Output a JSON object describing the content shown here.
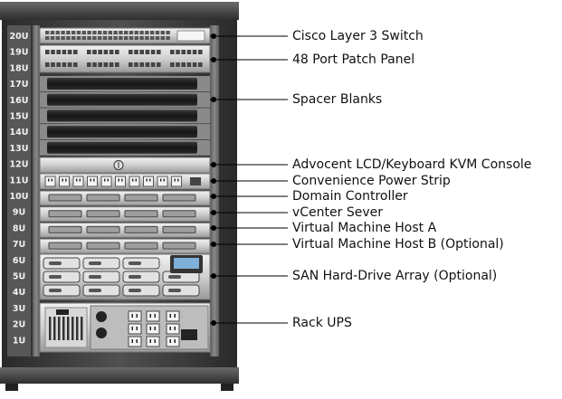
{
  "rack": {
    "units": [
      "20U",
      "19U",
      "18U",
      "17U",
      "16U",
      "15U",
      "14U",
      "13U",
      "12U",
      "11U",
      "10U",
      "9U",
      "8U",
      "7U",
      "6U",
      "5U",
      "4U",
      "3U",
      "2U",
      "1U"
    ]
  },
  "callouts": [
    {
      "id": "switch",
      "label": "Cisco Layer 3 Switch"
    },
    {
      "id": "patch",
      "label": "48 Port Patch Panel"
    },
    {
      "id": "spacer",
      "label": "Spacer Blanks"
    },
    {
      "id": "kvm",
      "label": "Advocent LCD/Keyboard KVM Console"
    },
    {
      "id": "power",
      "label": "Convenience Power Strip"
    },
    {
      "id": "dc",
      "label": "Domain Controller"
    },
    {
      "id": "vcenter",
      "label": "vCenter Sever"
    },
    {
      "id": "vmhosta",
      "label": "Virtual Machine Host A"
    },
    {
      "id": "vmhostb",
      "label": "Virtual Machine Host B (Optional)"
    },
    {
      "id": "san",
      "label": "SAN Hard-Drive Array (Optional)"
    },
    {
      "id": "ups",
      "label": "Rack UPS"
    }
  ],
  "colors": {
    "frame": "#3a3a3a",
    "rail": "#6d6d6d",
    "blank": "#161616",
    "device": "#cfcfcf",
    "leader": "#000000"
  }
}
